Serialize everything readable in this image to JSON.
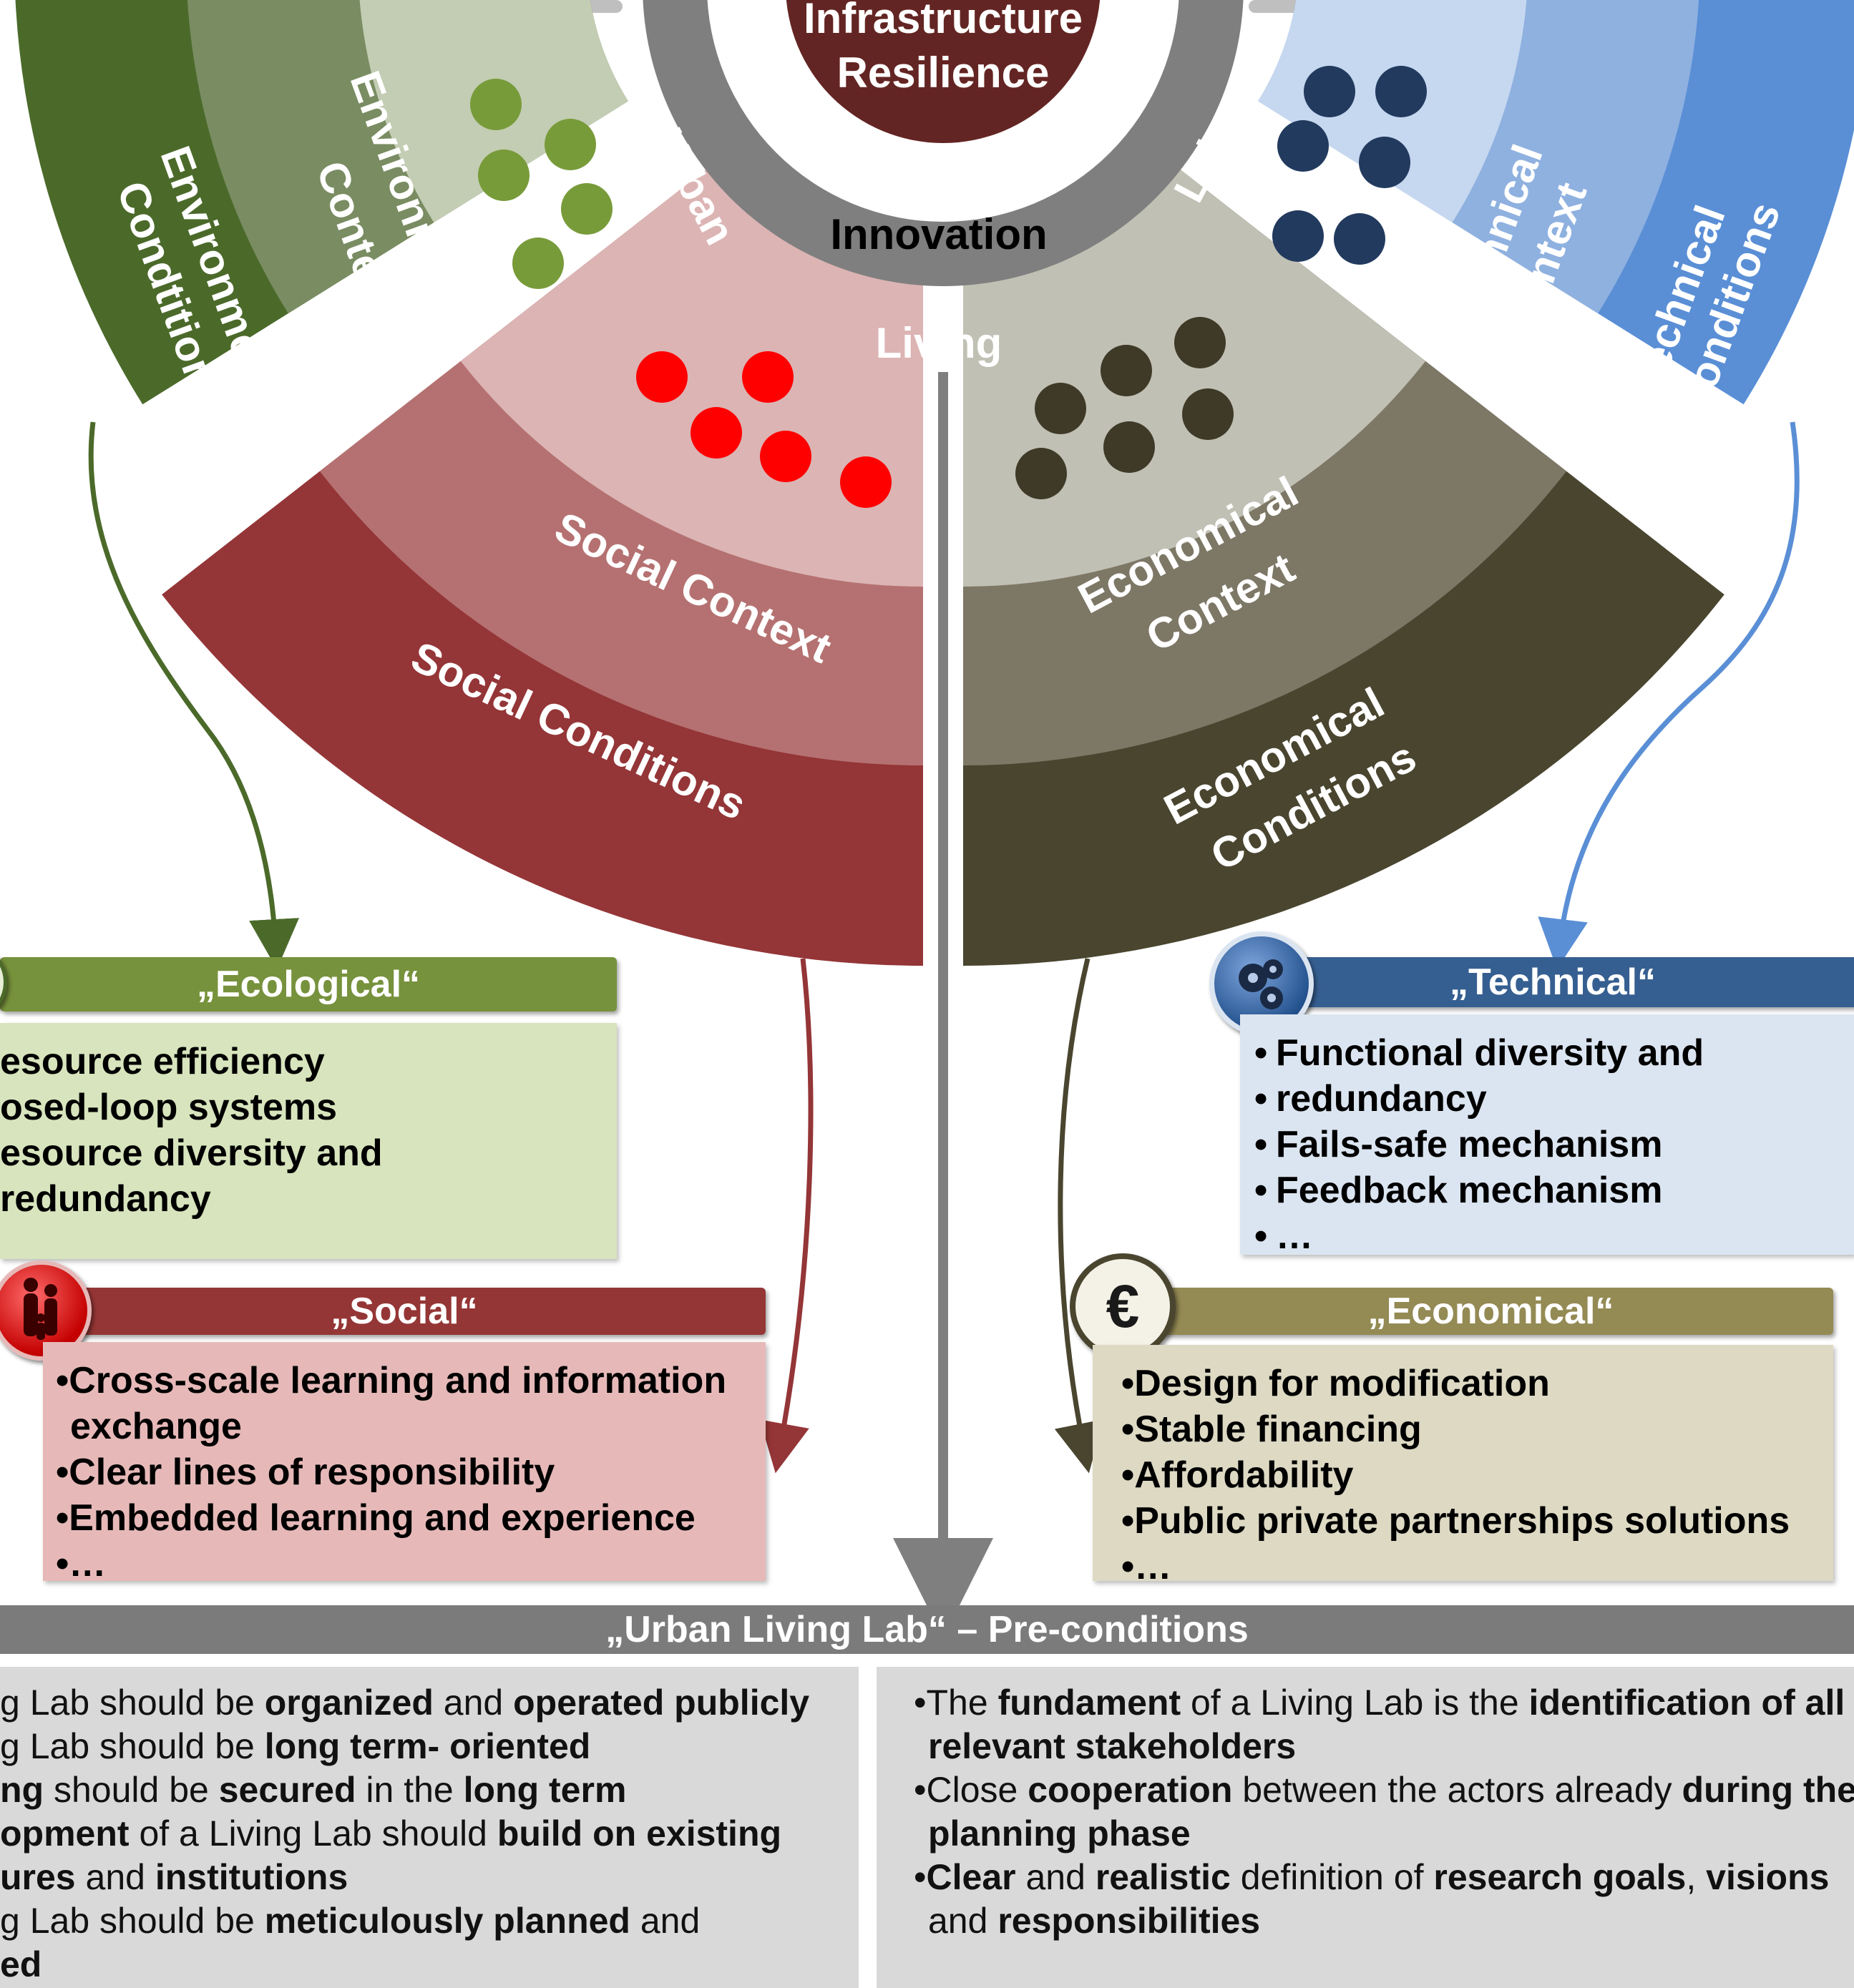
{
  "center": {
    "title_line1": "Infrastructure",
    "title_line2": "Resilience",
    "inner_word": "Innovation"
  },
  "ring_words": {
    "urban": "Urban",
    "lab": "Lab",
    "living": "Living"
  },
  "segments": {
    "environmental_conditions": {
      "line1": "Environmental",
      "line2": "Condtitions",
      "color": "#4b6a2a"
    },
    "environmental_context": {
      "line1": "Environmental",
      "line2": "Context",
      "color": "#7a8c62"
    },
    "environmental_inner": {
      "color": "#c3cdb3",
      "dot_color": "#789b3a"
    },
    "social_context": {
      "label": "Social Context",
      "color": "#b57171"
    },
    "social_conditions": {
      "label": "Social Conditions",
      "color": "#943537"
    },
    "social_inner": {
      "color": "#dcb4b4",
      "dot_color": "#ff0000"
    },
    "economical_context": {
      "line1": "Economical",
      "line2": "Context",
      "color": "#7d7766"
    },
    "economical_conditions": {
      "line1": "Economical",
      "line2": "Conditions",
      "color": "#49452f"
    },
    "economical_inner": {
      "color": "#c0c0b4",
      "dot_color": "#3f3a28"
    },
    "technical_context": {
      "line1": "Technical",
      "line2": "Context",
      "color": "#8fb1e0"
    },
    "technical_conditions": {
      "line1": "Technical",
      "line2": "Conditions",
      "color": "#5a8fd6"
    },
    "technical_inner": {
      "color": "#c6d8f0",
      "dot_color": "#223a5e"
    }
  },
  "ecological": {
    "title": "„Ecological“",
    "bar_color": "#77923c",
    "box_color": "#d7e4bd",
    "items": [
      "esource efficiency",
      "osed-loop systems",
      "esource diversity and redundancy"
    ]
  },
  "social": {
    "title": "„Social“",
    "bar_color": "#953636",
    "box_color": "#e6b9b8",
    "items": [
      "Cross-scale learning and information",
      "exchange",
      "Clear lines of responsibility",
      "Embedded learning and experience",
      "…"
    ]
  },
  "technical": {
    "title": "„Technical“",
    "bar_color": "#365f91",
    "box_color": "#dbe5f1",
    "items": [
      "Functional diversity and",
      "redundancy",
      "Fails-safe mechanism",
      "Feedback mechanism",
      "…"
    ]
  },
  "economical": {
    "title": "„Economical“",
    "bar_color": "#948a54",
    "box_color": "#ddd9c3",
    "euro_symbol": "€",
    "items": [
      "Design for modification",
      "Stable financing",
      "Affordability",
      "Public private partnerships solutions",
      "…"
    ]
  },
  "preconditions": {
    "title": "„Urban Living Lab“ – Pre-conditions",
    "left": {
      "l1_a": "g Lab should be ",
      "l1_b": "organized",
      "l1_c": " and ",
      "l1_d": "operated publicly",
      "l2_a": "g Lab should be ",
      "l2_b": "long term- oriented",
      "l3_a": "ng",
      "l3_b": " should be ",
      "l3_c": "secured",
      "l3_d": " in the ",
      "l3_e": "long term",
      "l4_a": "opment",
      "l4_b": " of a Living Lab should ",
      "l4_c": "build on existing",
      "l5_a": "ures",
      "l5_b": " and ",
      "l5_c": "institutions",
      "l6_a": "g Lab should be ",
      "l6_b": "meticulously planned",
      "l6_c": " and",
      "l7_a": "ed"
    },
    "right": {
      "r1_a": "•The ",
      "r1_b": "fundament",
      "r1_c": " of a Living Lab is the ",
      "r1_d": "identification of all",
      "r2_a": "relevant stakeholders",
      "r3_a": "•Close ",
      "r3_b": "cooperation",
      "r3_c": " between the actors already ",
      "r3_d": "during the",
      "r4_a": "planning phase",
      "r5_a": "•",
      "r5_b": "Clear",
      "r5_c": " and ",
      "r5_d": "realistic",
      "r5_e": " definition of ",
      "r5_f": "research goals",
      "r5_g": ", ",
      "r5_h": "visions",
      "r6_a": "and ",
      "r6_b": "responsibilities"
    }
  },
  "colors": {
    "ring": "#7f7f7f",
    "center": "#632523",
    "axis_line": "#7f7f7f"
  }
}
